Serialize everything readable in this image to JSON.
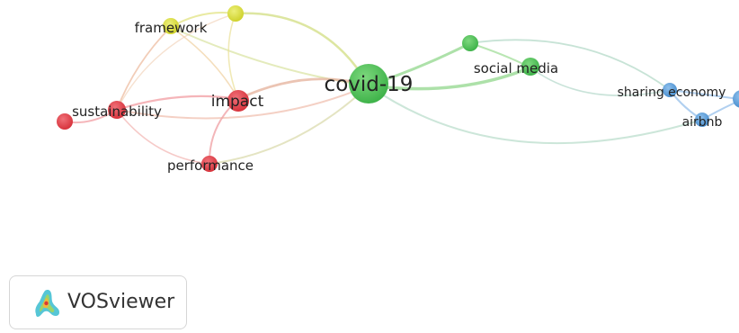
{
  "clusters": {
    "red": "#e0424b",
    "yellow": "#d9dc3a",
    "green": "#4fc04f",
    "blue": "#5b9bd5"
  },
  "nodes": {
    "covid19": {
      "label": "covid-19",
      "cluster": "green"
    },
    "social_media": {
      "label": "social media",
      "cluster": "green"
    },
    "green_unlabeled": {
      "label": "",
      "cluster": "green"
    },
    "impact": {
      "label": "impact",
      "cluster": "red"
    },
    "sustainability": {
      "label": "sustainability",
      "cluster": "red"
    },
    "performance": {
      "label": "performance",
      "cluster": "red"
    },
    "red_unlabeled": {
      "label": "",
      "cluster": "red"
    },
    "framework": {
      "label": "framework",
      "cluster": "yellow"
    },
    "yellow_unlabeled": {
      "label": "",
      "cluster": "yellow"
    },
    "sharing_economy": {
      "label": "sharing economy",
      "cluster": "blue"
    },
    "airbnb": {
      "label": "airbnb",
      "cluster": "blue"
    },
    "blue_edge": {
      "label": "",
      "cluster": "blue"
    }
  },
  "logo": {
    "text": "VOSviewer",
    "icon": "vosviewer-logo-icon"
  }
}
